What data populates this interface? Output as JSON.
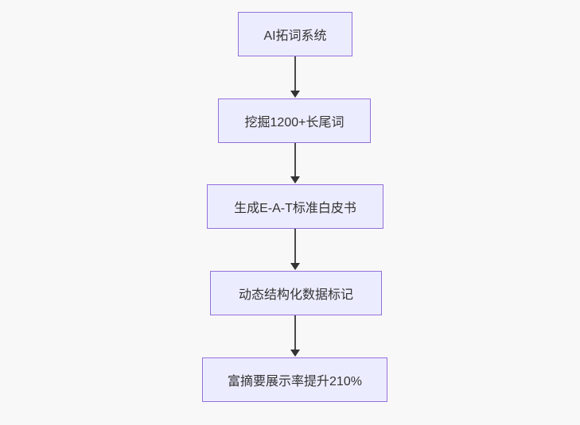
{
  "flowchart": {
    "type": "flowchart",
    "direction": "top-down",
    "colors": {
      "background": "#f8f8f8",
      "node_fill": "#ECECFF",
      "node_border": "#9370DB",
      "arrow": "#333333",
      "text": "#333333"
    },
    "nodes": [
      {
        "label": "AI拓词系统"
      },
      {
        "label": "挖掘1200+长尾词"
      },
      {
        "label": "生成E-A-T标准白皮书"
      },
      {
        "label": "动态结构化数据标记"
      },
      {
        "label": "富摘要展示率提升210%"
      }
    ],
    "edges": [
      {
        "from": "AI拓词系统",
        "to": "挖掘1200+长尾词"
      },
      {
        "from": "挖掘1200+长尾词",
        "to": "生成E-A-T标准白皮书"
      },
      {
        "from": "生成E-A-T标准白皮书",
        "to": "动态结构化数据标记"
      },
      {
        "from": "动态结构化数据标记",
        "to": "富摘要展示率提升210%"
      }
    ]
  }
}
